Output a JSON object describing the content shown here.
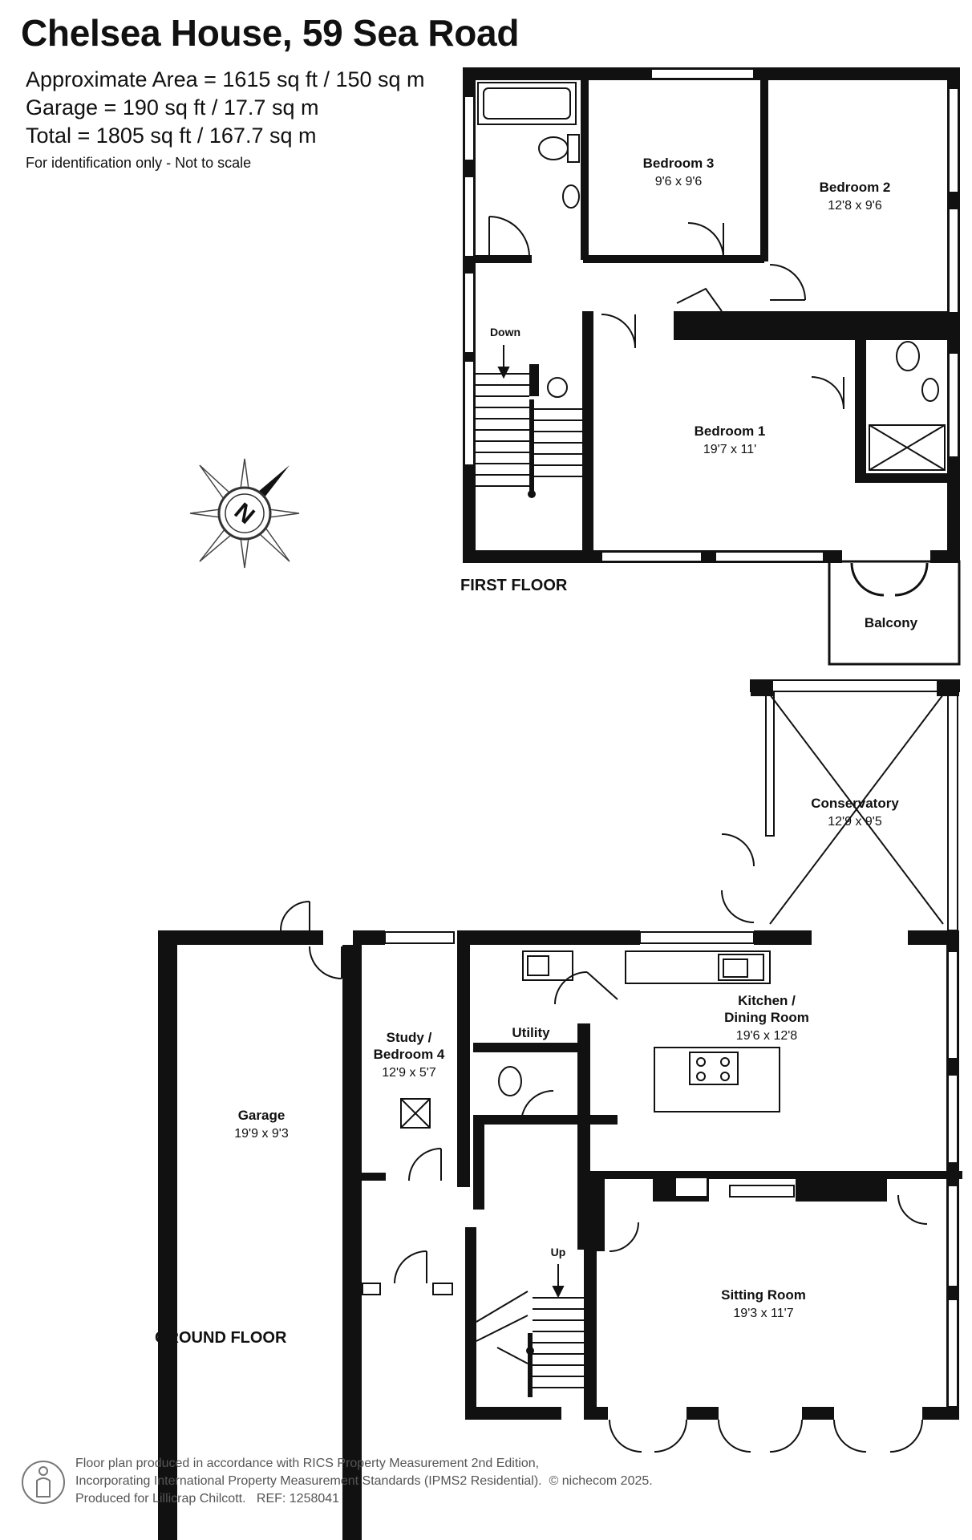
{
  "header": {
    "title": "Chelsea House, 59 Sea Road",
    "approx_area": "Approximate Area = 1615 sq ft / 150 sq m",
    "garage_area": "Garage = 190 sq ft / 17.7 sq m",
    "total_area": "Total = 1805 sq ft / 167.7 sq m",
    "note": "For identification only - Not to scale"
  },
  "compass": {
    "letter": "N",
    "icon": "compass-rose-icon"
  },
  "first_floor": {
    "label": "FIRST FLOOR",
    "down": "Down",
    "rooms": {
      "bedroom3": {
        "name": "Bedroom 3",
        "dim": "9'6 x 9'6"
      },
      "bedroom2": {
        "name": "Bedroom 2",
        "dim": "12'8 x 9'6"
      },
      "bedroom1": {
        "name": "Bedroom 1",
        "dim": "19'7 x 11'"
      },
      "balcony": {
        "name": "Balcony"
      }
    }
  },
  "ground_floor": {
    "label": "GROUND FLOOR",
    "up": "Up",
    "rooms": {
      "conservatory": {
        "name": "Conservatory",
        "dim": "12'9 x 9'5"
      },
      "kitchen": {
        "name1": "Kitchen /",
        "name2": "Dining Room",
        "dim": "19'6 x 12'8"
      },
      "utility": {
        "name": "Utility"
      },
      "study": {
        "name1": "Study /",
        "name2": "Bedroom 4",
        "dim": "12'9 x 5'7"
      },
      "garage": {
        "name": "Garage",
        "dim": "19'9 x 9'3"
      },
      "sitting": {
        "name": "Sitting Room",
        "dim": "19'3 x 11'7"
      }
    }
  },
  "footer": {
    "line1": "Floor plan produced in accordance with RICS Property Measurement 2nd Edition,",
    "line2": "Incorporating International Property Measurement Standards (IPMS2 Residential).",
    "copyright": "© nichecom 2025.",
    "line3": "Produced for Lillicrap Chilcott.",
    "ref": "REF: 1258041"
  },
  "colors": {
    "wall": "#111111",
    "window": "#ffffff",
    "text": "#111111",
    "footer_text": "#555555"
  }
}
